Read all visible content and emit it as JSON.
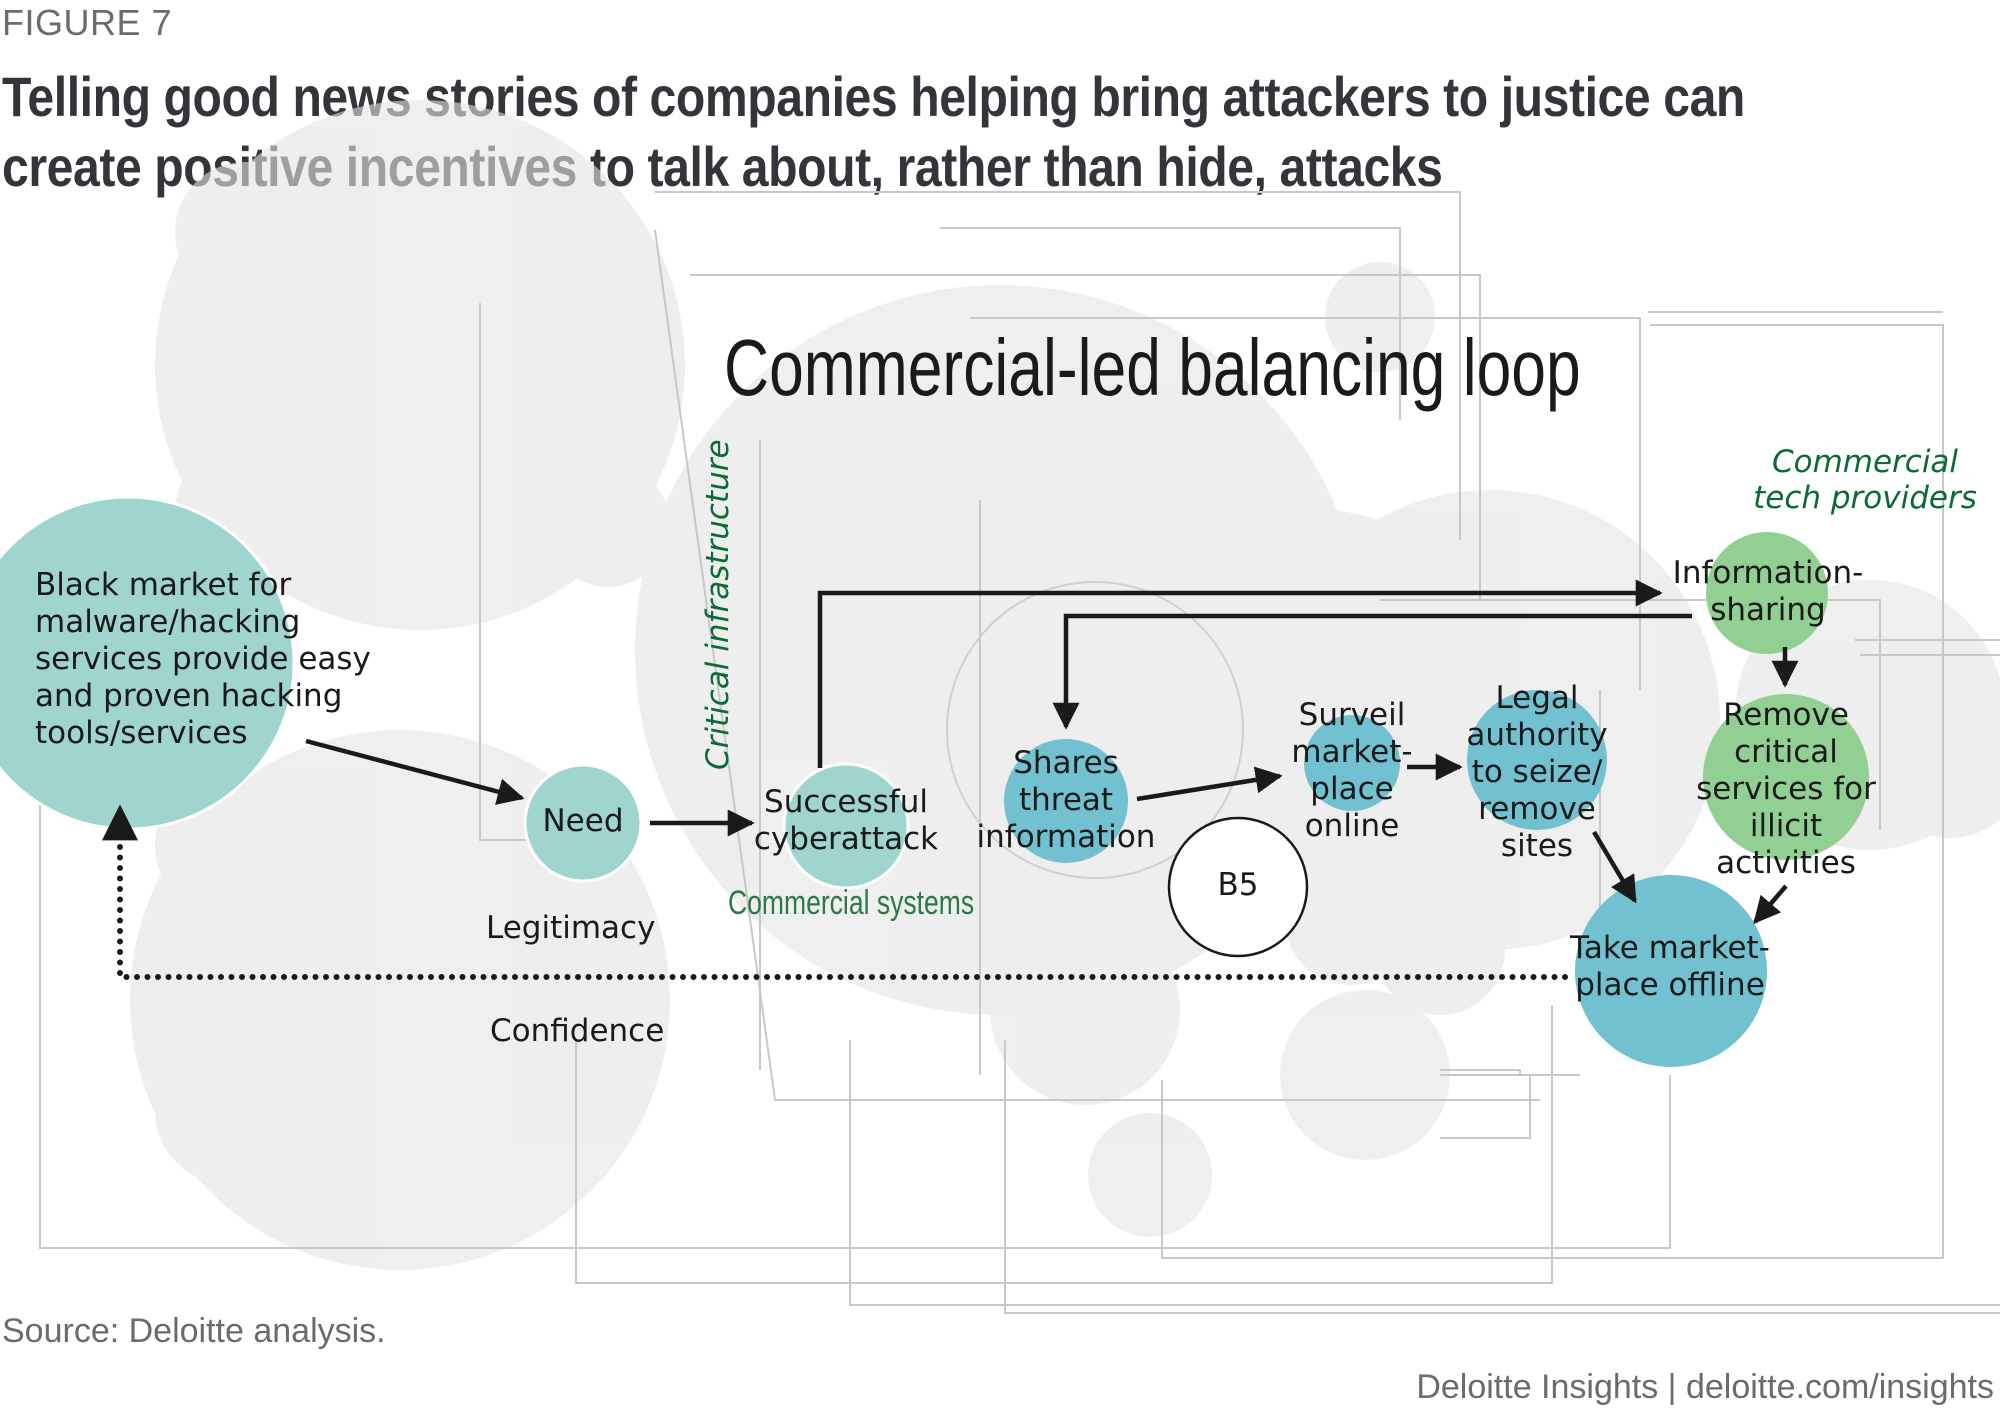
{
  "figure_label": "FIGURE 7",
  "title": "Telling good news stories of companies helping bring attackers to justice can create positive incentives to talk about, rather than hide, attacks",
  "loop_title": "Commercial-led balancing loop",
  "colors": {
    "teal_light": "#9fd4cf",
    "teal_blue": "#72c1d1",
    "green": "#92cf92",
    "label_green": "#0b6b35",
    "background_shapes": "#e6e6e6",
    "arrow": "#1a1a1a",
    "title": "#33353a",
    "muted": "#6b6b6b"
  },
  "group_labels": {
    "critical_infrastructure": "Critical infrastructure",
    "commercial_systems": "Commercial systems",
    "commercial_tech_providers": "Commercial\ntech providers"
  },
  "nodes": {
    "black_market": "Black market for\nmalware/hacking\nservices provide easy\nand proven hacking\ntools/services",
    "need": "Need",
    "successful_cyberattack": "Successful\ncyberattack",
    "shares_threat": "Shares\nthreat\ninformation",
    "b5": "B5",
    "surveil": "Surveil\nmarket-\nplace\nonline",
    "legal_authority": "Legal\nauthority\nto seize/\nremove\nsites",
    "information_sharing": "Information-\nsharing",
    "remove_services": "Remove\ncritical\nservices for\nillicit\nactivities",
    "take_offline": "Take market-\nplace offline"
  },
  "factors": {
    "legitimacy": "Legitimacy",
    "confidence": "Confidence"
  },
  "edges": [
    {
      "from": "black_market",
      "to": "need",
      "style": "solid"
    },
    {
      "from": "need",
      "to": "successful_cyberattack",
      "style": "solid"
    },
    {
      "from": "successful_cyberattack",
      "to": "information_sharing",
      "style": "solid"
    },
    {
      "from": "information_sharing",
      "to": "shares_threat",
      "style": "solid"
    },
    {
      "from": "shares_threat",
      "to": "surveil",
      "style": "solid"
    },
    {
      "from": "surveil",
      "to": "legal_authority",
      "style": "solid"
    },
    {
      "from": "legal_authority",
      "to": "take_offline",
      "style": "solid"
    },
    {
      "from": "information_sharing",
      "to": "remove_services",
      "style": "solid"
    },
    {
      "from": "remove_services",
      "to": "take_offline",
      "style": "solid"
    },
    {
      "from": "take_offline",
      "to": "black_market",
      "style": "dotted"
    }
  ],
  "source": "Source: Deloitte analysis.",
  "credit": "Deloitte Insights | deloitte.com/insights"
}
